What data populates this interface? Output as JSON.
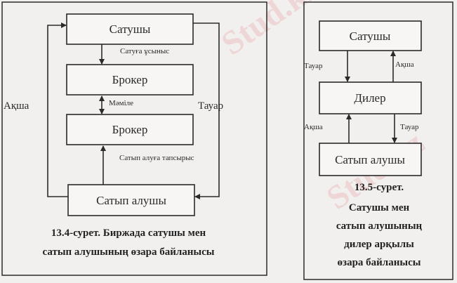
{
  "watermark": "Stud.kz",
  "figure_13_4": {
    "nodes": [
      "Сатушы",
      "Брокер",
      "Брокер",
      "Сатып алушы"
    ],
    "edge_labels": {
      "offer": "Сатуға ұсыныс",
      "deal": "Мәміле",
      "order": "Сатып алуға тапсырыс",
      "money": "Ақша",
      "goods": "Тауар"
    },
    "caption": [
      "13.4-сурет. Биржада сатушы мен",
      "сатып алушының өзара байланысы"
    ]
  },
  "figure_13_5": {
    "nodes": [
      "Сатушы",
      "Дилер",
      "Сатып алушы"
    ],
    "edge_labels": {
      "goods_top": "Тауар",
      "money_top": "Ақша",
      "money_bottom": "Ақша",
      "goods_bottom": "Тауар"
    },
    "caption": [
      "13.5-сурет.",
      "Сатушы мен",
      "сатып алушының",
      "дилер арқылы",
      "өзара байланысы"
    ]
  }
}
